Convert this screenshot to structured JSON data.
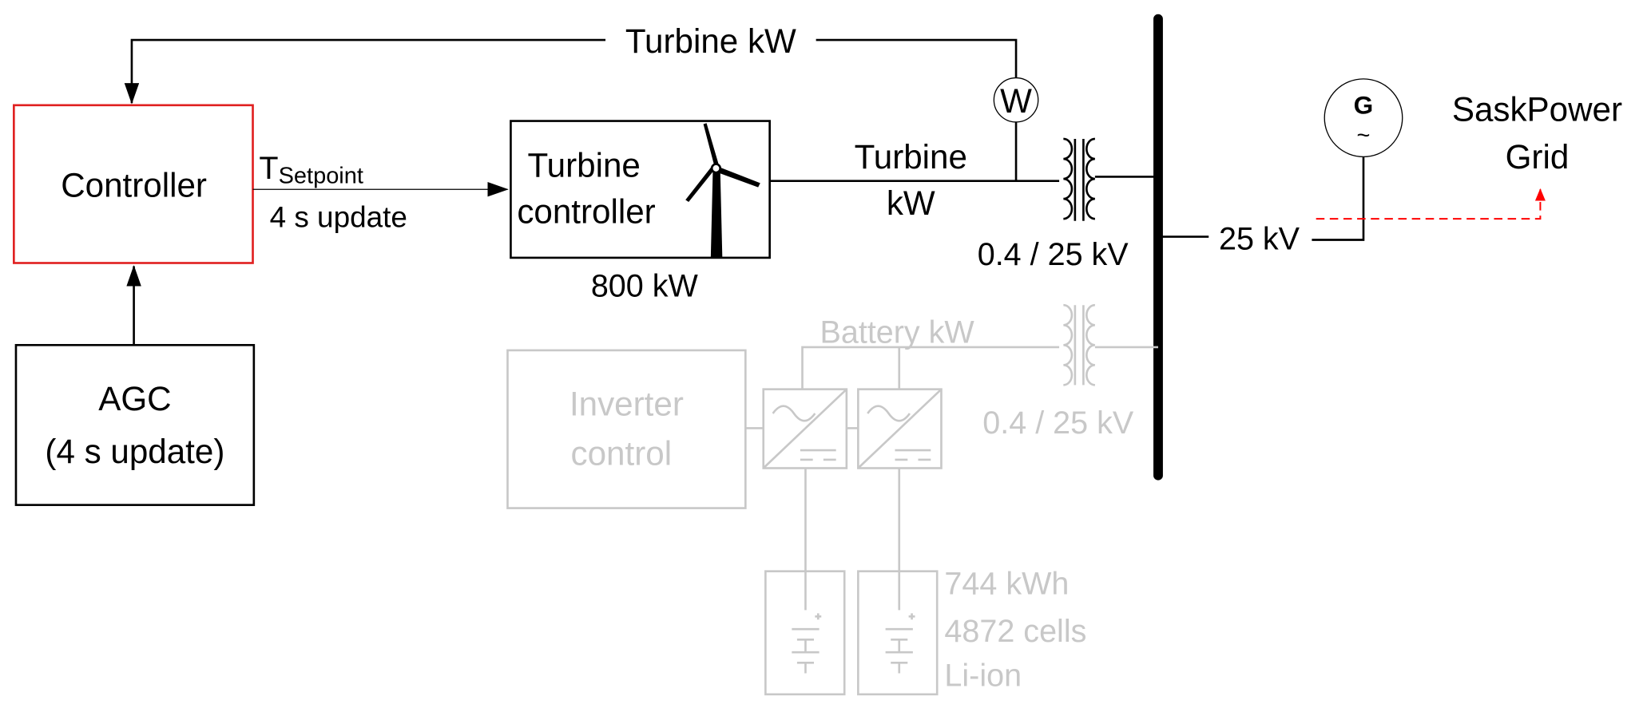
{
  "colors": {
    "controller_border": "#e02020",
    "active": "#000000",
    "inactive": "#c8c8c8",
    "grid_link": "#ff0000"
  },
  "feedback": {
    "label": "Turbine kW"
  },
  "meter": {
    "label": "W"
  },
  "controller": {
    "label": "Controller"
  },
  "agc": {
    "line1": "AGC",
    "line2": "(4 s update)"
  },
  "setpoint": {
    "symbol": "T",
    "subscript": "Setpoint",
    "rate": "4 s update"
  },
  "turbine_controller": {
    "line1": "Turbine",
    "line2": "controller",
    "rating": "800 kW"
  },
  "turbine_line": {
    "line1": "Turbine",
    "line2": "kW"
  },
  "transformer1": {
    "label": "0.4 / 25 kV"
  },
  "bus": {
    "voltage": "25 kV"
  },
  "generator": {
    "label": "G",
    "wave": "~"
  },
  "grid": {
    "line1": "SaskPower",
    "line2": "Grid"
  },
  "battery_line": {
    "label": "Battery kW"
  },
  "inverter_control": {
    "line1": "Inverter",
    "line2": "control"
  },
  "transformer2": {
    "label": "0.4 / 25 kV"
  },
  "battery": {
    "line1": "744 kWh",
    "line2": "4872 cells",
    "line3": "Li-ion"
  }
}
